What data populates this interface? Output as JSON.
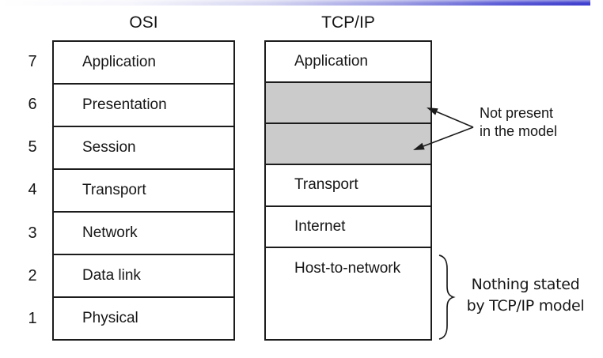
{
  "header": {
    "left_model": "OSI",
    "right_model": "TCP/IP"
  },
  "osi": {
    "layers": [
      {
        "number": "7",
        "name": "Application"
      },
      {
        "number": "6",
        "name": "Presentation"
      },
      {
        "number": "5",
        "name": "Session"
      },
      {
        "number": "4",
        "name": "Transport"
      },
      {
        "number": "3",
        "name": "Network"
      },
      {
        "number": "2",
        "name": "Data link"
      },
      {
        "number": "1",
        "name": "Physical"
      }
    ]
  },
  "tcpip": {
    "rows": [
      {
        "label": "Application",
        "shaded": false
      },
      {
        "label": "",
        "shaded": true
      },
      {
        "label": "",
        "shaded": true
      },
      {
        "label": "Transport",
        "shaded": false
      },
      {
        "label": "Internet",
        "shaded": false
      },
      {
        "label": "Host-to-network",
        "shaded": false,
        "row_span": 2
      }
    ]
  },
  "annotations": {
    "not_present": {
      "line1": "Not present",
      "line2": "in the model"
    },
    "nothing_stated": {
      "line1": "Nothing stated",
      "line2": "by TCP/IP model"
    }
  },
  "colors": {
    "shaded_fill": "#cbcbcb",
    "line_color": "#1c1c1c",
    "topbar_blue": "#4343ce"
  }
}
